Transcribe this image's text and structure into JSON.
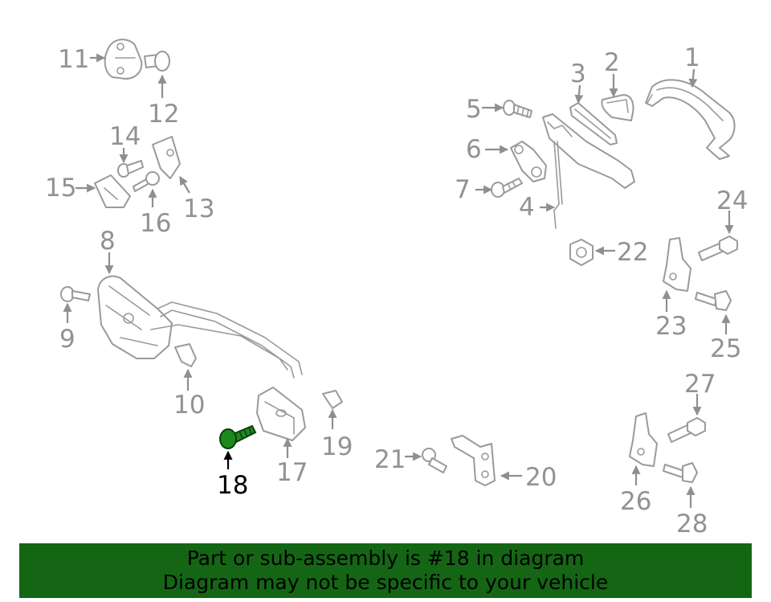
{
  "diagram": {
    "highlighted_part": "18",
    "highlight_color": "#1c8a1c",
    "part_color": "#9a9a9a",
    "callouts": {
      "c1": "1",
      "c2": "2",
      "c3": "3",
      "c4": "4",
      "c5": "5",
      "c6": "6",
      "c7": "7",
      "c8": "8",
      "c9": "9",
      "c10": "10",
      "c11": "11",
      "c12": "12",
      "c13": "13",
      "c14": "14",
      "c15": "15",
      "c16": "16",
      "c17": "17",
      "c18": "18",
      "c19": "19",
      "c20": "20",
      "c21": "21",
      "c22": "22",
      "c23": "23",
      "c24": "24",
      "c25": "25",
      "c26": "26",
      "c27": "27",
      "c28": "28"
    }
  },
  "banner": {
    "line1": "Part or sub-assembly is #18 in diagram",
    "line2": "Diagram may not be specific to your vehicle",
    "background": "#146614"
  }
}
